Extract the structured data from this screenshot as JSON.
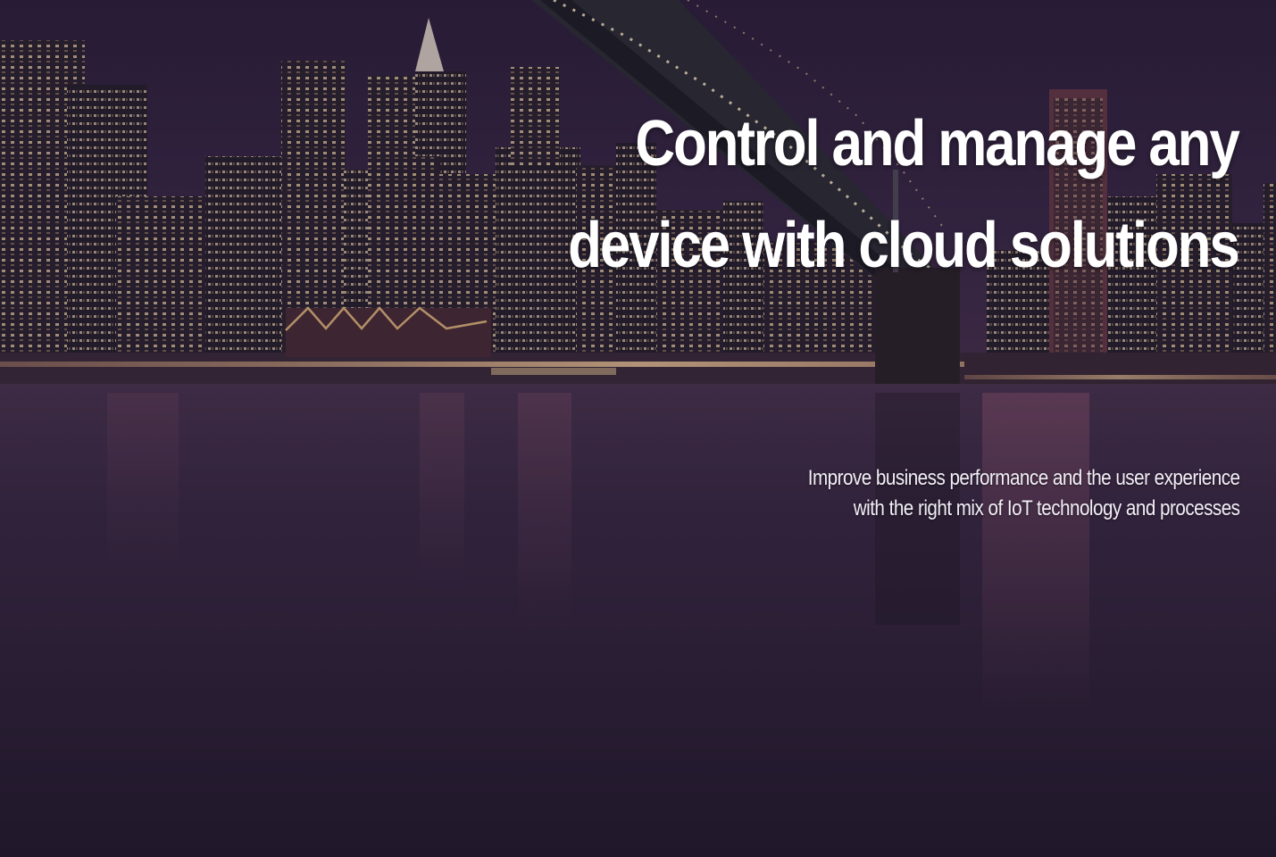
{
  "hero": {
    "headline_line1": "Control and manage any",
    "headline_line2": "device with cloud solutions",
    "subtitle_line1": "Improve business performance and the user experience",
    "subtitle_line2": "with the right mix of IoT technology and processes"
  },
  "background": {
    "image": "night-city-skyline-with-bridge-over-river",
    "overlay_color": "#2a1d35"
  }
}
